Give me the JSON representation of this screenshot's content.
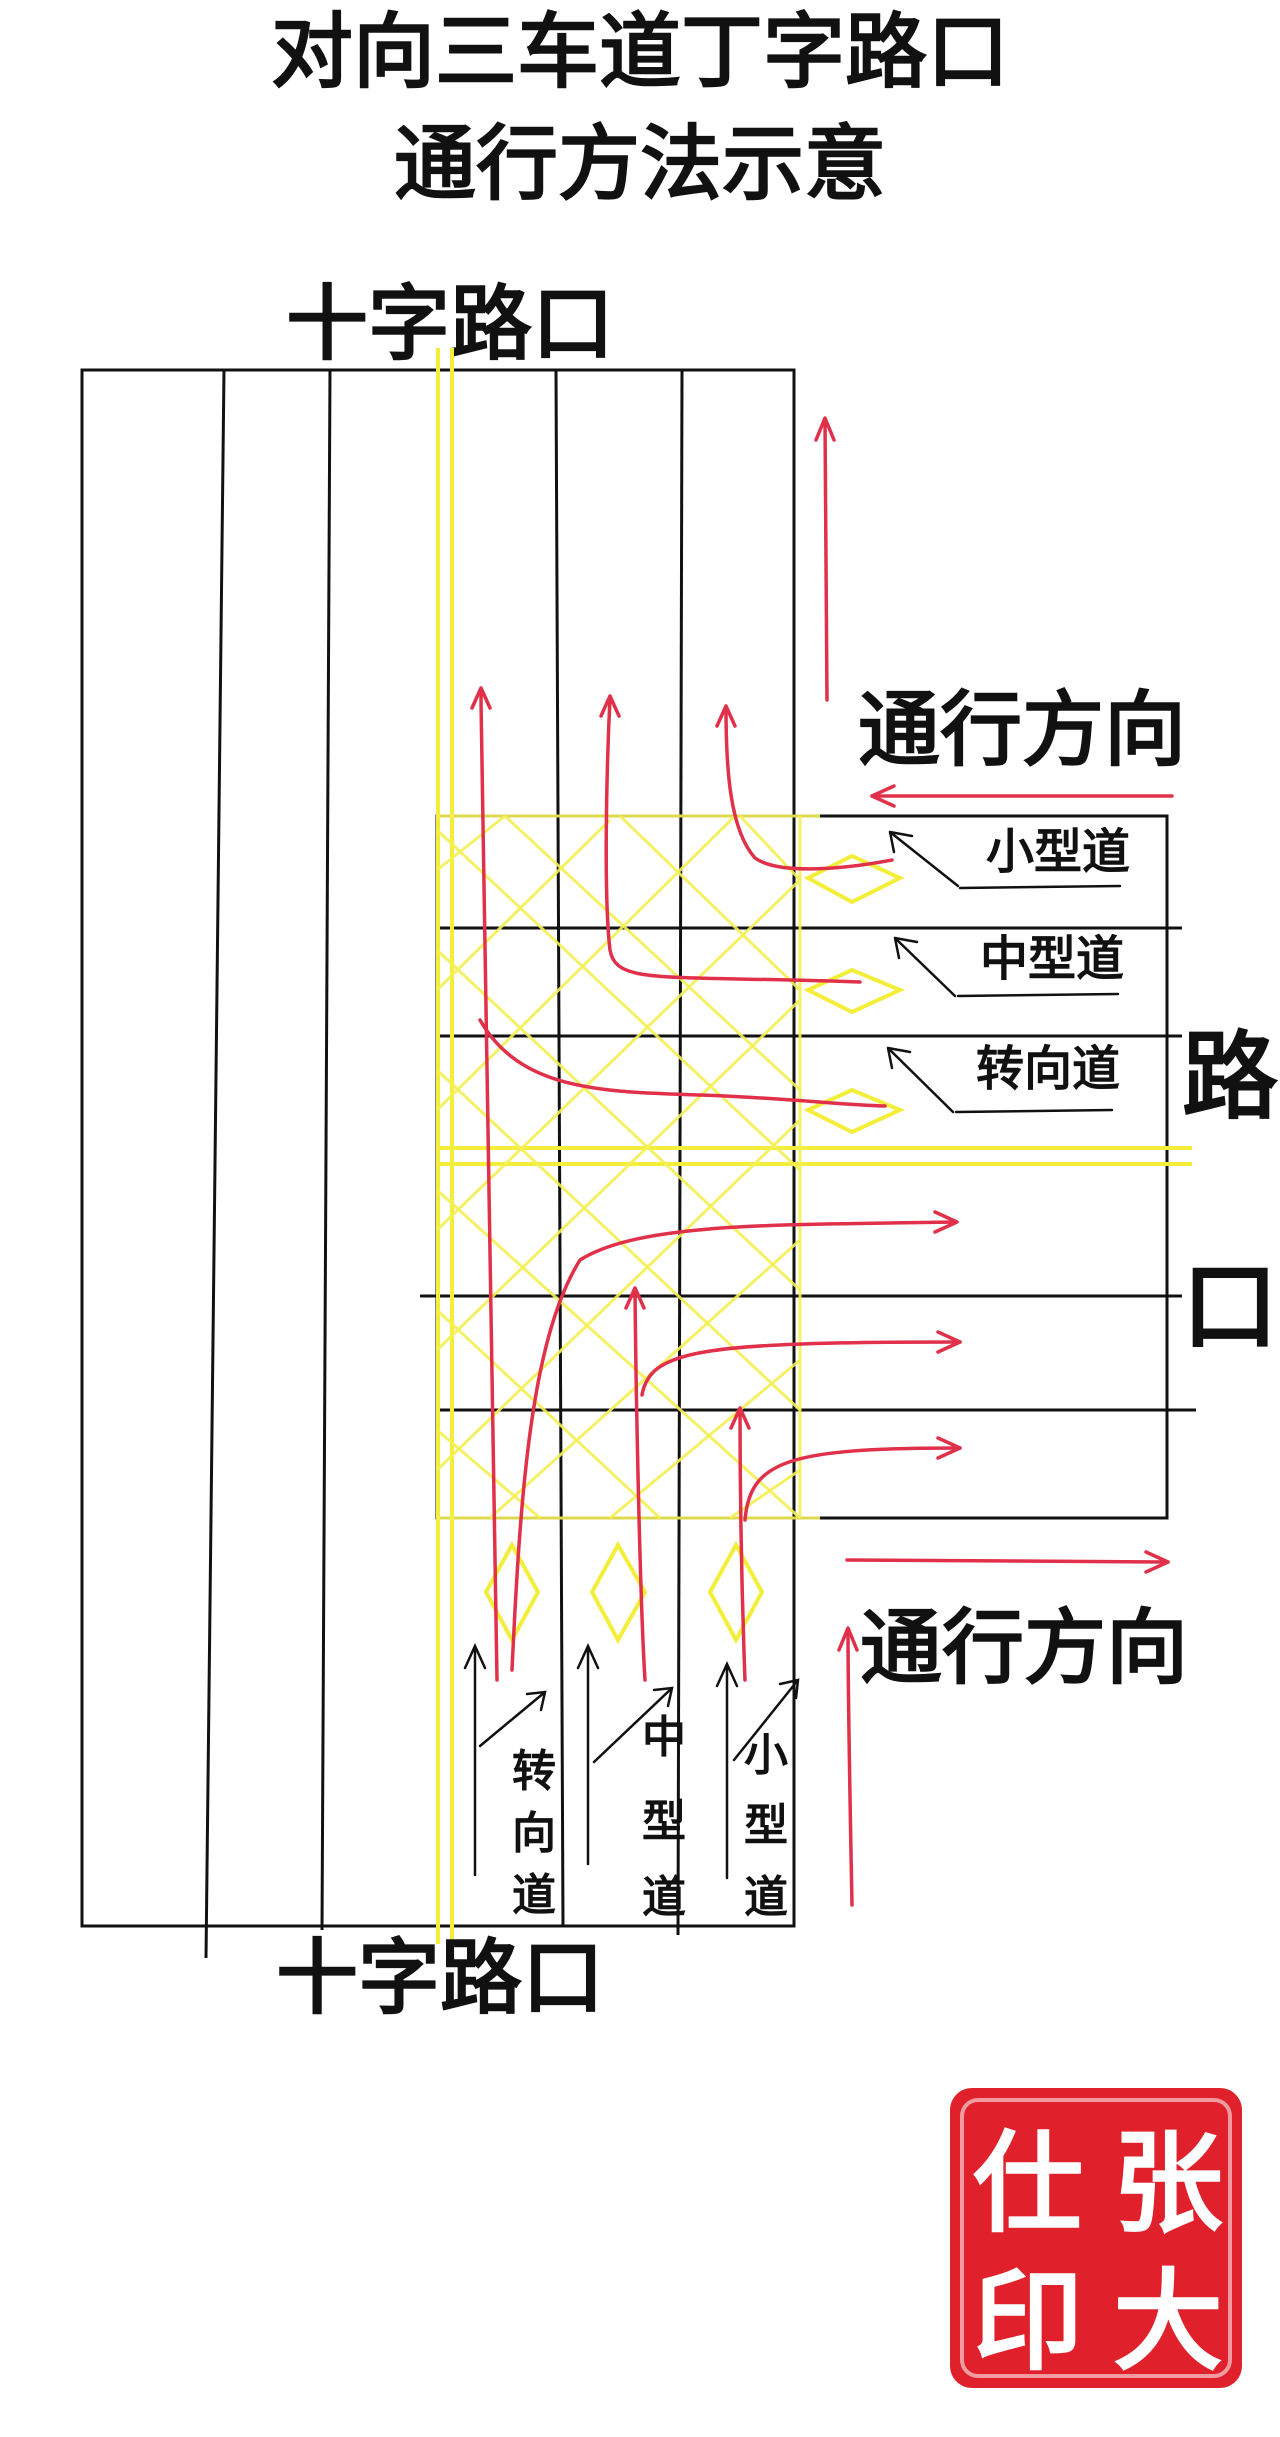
{
  "title": {
    "line1": "对向三车道丁字路口",
    "line2": "通行方法示意"
  },
  "labels": {
    "top_crossroad": "十字路口",
    "bottom_crossroad": "十字路口",
    "side_road_char1": "路",
    "side_road_char2": "口",
    "direction_top": "通行方向",
    "direction_bottom": "通行方向"
  },
  "side_lanes": [
    {
      "label": "小型道"
    },
    {
      "label": "中型道"
    },
    {
      "label": "转向道"
    }
  ],
  "bottom_lanes": [
    {
      "label_chars": [
        "转",
        "向",
        "道"
      ]
    },
    {
      "label_chars": [
        "中",
        "型",
        "道"
      ]
    },
    {
      "label_chars": [
        "小",
        "型",
        "道"
      ]
    }
  ],
  "seal": {
    "chars": [
      "张",
      "仕",
      "大",
      "印"
    ],
    "color": "#e0202a"
  },
  "colors": {
    "road_lines": "#111111",
    "lane_markings": "#f2ee3a",
    "traffic_paths": "#e0304a"
  }
}
